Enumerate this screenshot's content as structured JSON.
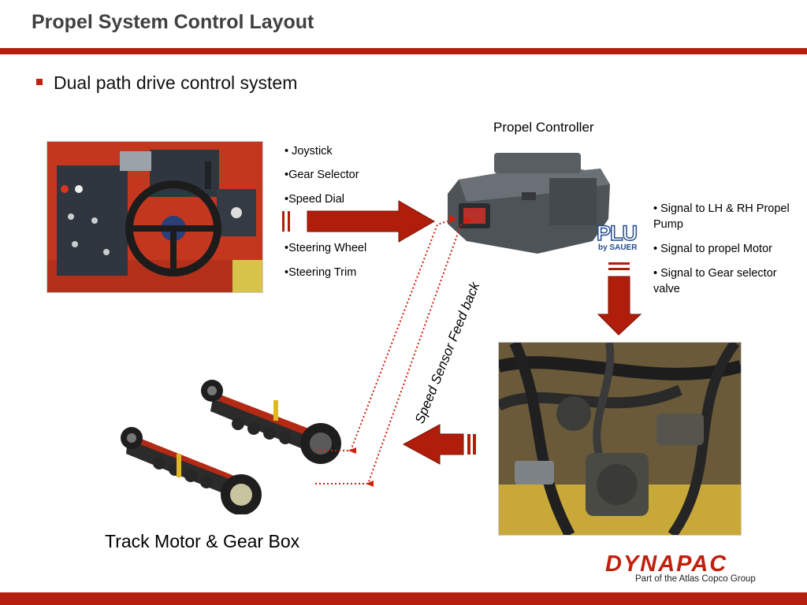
{
  "title": "Propel System Control Layout",
  "main_bullet": "Dual path drive control system",
  "controller_label": "Propel Controller",
  "inputs": [
    "• Joystick",
    "•Gear Selector",
    "•Speed Dial",
    "•Steering Wheel",
    "•Steering Trim"
  ],
  "outputs": [
    "• Signal to LH & RH Propel Pump",
    "• Signal to propel Motor",
    "• Signal to Gear selector valve"
  ],
  "feedback_label": "Speed Sensor Feed back",
  "track_label": "Track Motor & Gear Box",
  "plus1_logo": {
    "text": "PLU",
    "sub": "by SAUER"
  },
  "brand": {
    "name": "DYNAPAC",
    "tagline": "Part of the Atlas Copco Group"
  },
  "colors": {
    "accent": "#b5200e",
    "arrow": "#b01e0b",
    "title": "#404040"
  }
}
